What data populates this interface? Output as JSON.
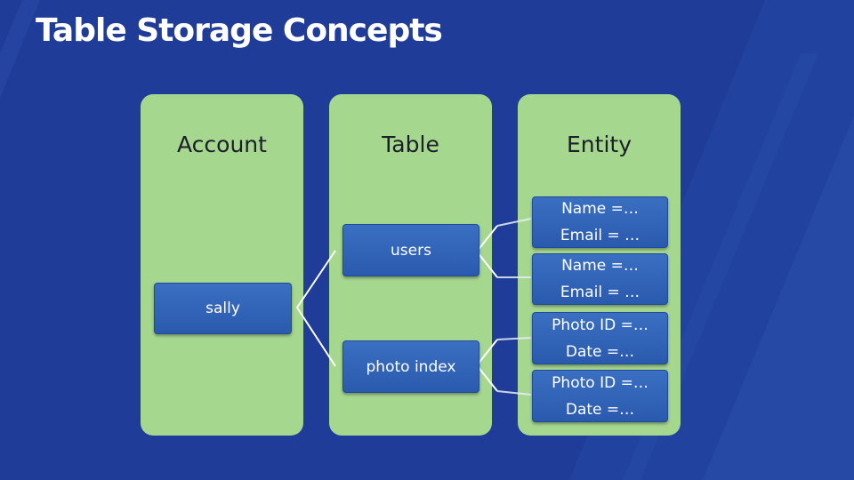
{
  "title": "Table Storage Concepts",
  "columns": {
    "account": "Account",
    "table": "Table",
    "entity": "Entity"
  },
  "account_box": "sally",
  "tables": [
    "users",
    "photo index"
  ],
  "entities": [
    {
      "line1": "Name =…",
      "line2": "Email = …"
    },
    {
      "line1": "Name =…",
      "line2": "Email = …"
    },
    {
      "line1": "Photo ID =…",
      "line2": "Date =…"
    },
    {
      "line1": "Photo ID =…",
      "line2": "Date =…"
    }
  ],
  "colors": {
    "background": "#1f3c98",
    "panel": "#a6d78f",
    "box": "#2f63b7",
    "connector": "#ffffff"
  }
}
